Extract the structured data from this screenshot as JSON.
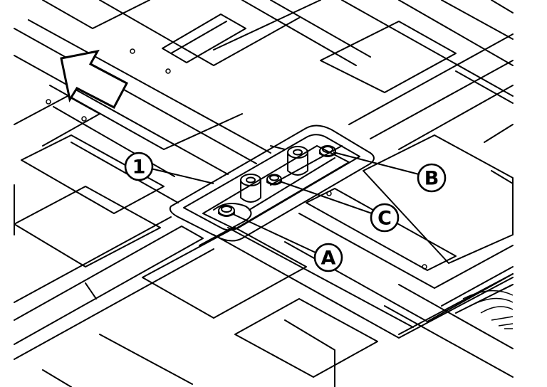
{
  "callouts": {
    "part_1": "1",
    "point_a": "A",
    "point_b": "B",
    "point_c": "C"
  },
  "arrow": {
    "meaning": "vehicle-front-direction"
  },
  "colors": {
    "ink": "#000000",
    "paper": "#ffffff"
  }
}
